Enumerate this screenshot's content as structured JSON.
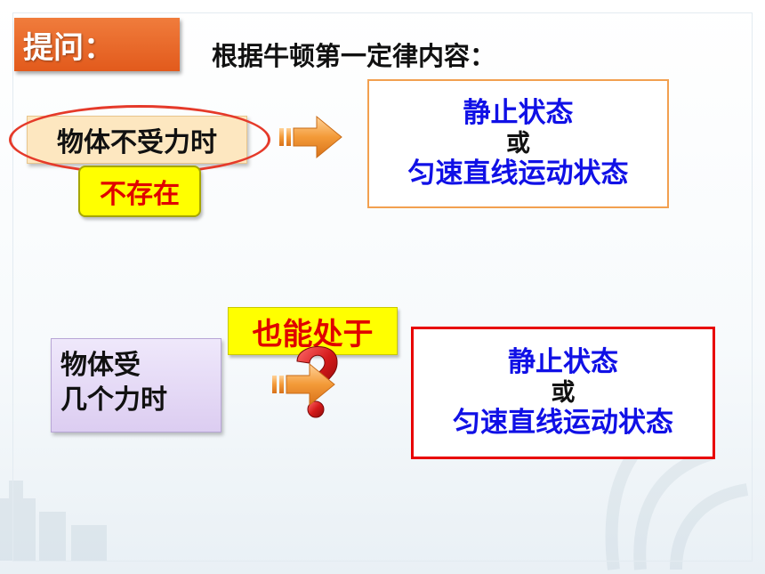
{
  "question_tag": {
    "label": "提问：",
    "color": "#e8662a"
  },
  "heading": "根据牛顿第一定律内容：",
  "row1": {
    "condition": "物体不受力时",
    "note": "不存在",
    "state": {
      "line1": "静止状态",
      "line2": "或",
      "line3": "匀速直线运动状态"
    }
  },
  "row2": {
    "condition_line1": "物体受",
    "condition_line2": "几个力时",
    "tag": "也能处于",
    "question_mark_icon": "question-mark-icon",
    "state": {
      "line1": "静止状态",
      "line2": "或",
      "line3": "匀速直线运动状态"
    }
  },
  "colors": {
    "accent_orange": "#f08a3a",
    "state_text_blue": "#1010e6",
    "highlight_yellow": "#ffff00",
    "alert_red": "#e00000"
  }
}
